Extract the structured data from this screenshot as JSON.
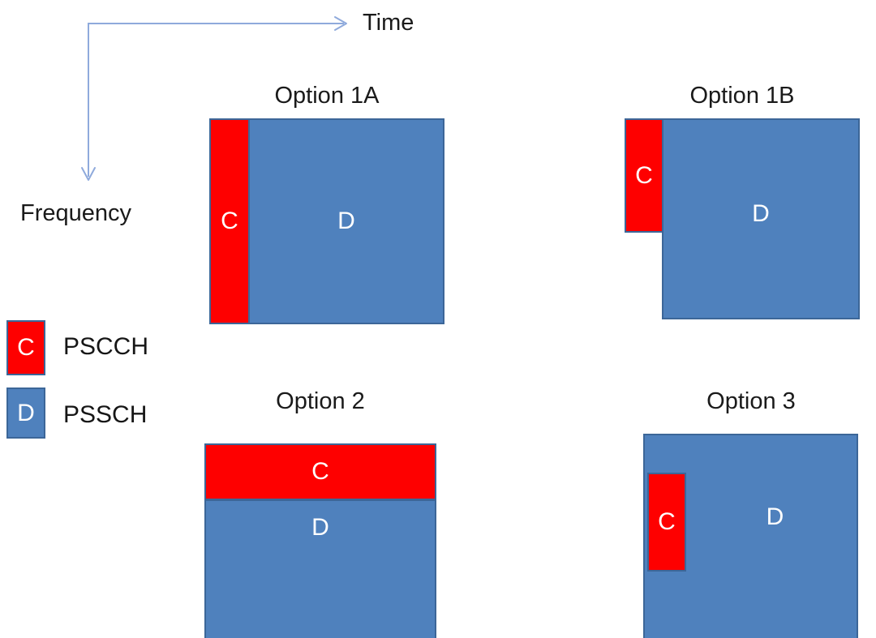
{
  "axes": {
    "time_label": "Time",
    "frequency_label": "Frequency",
    "arrow_color": "#8faadc"
  },
  "legend": {
    "items": [
      {
        "letter": "C",
        "label": "PSCCH",
        "color": "#fe0000"
      },
      {
        "letter": "D",
        "label": "PSSCH",
        "color": "#4f81bd"
      }
    ]
  },
  "colors": {
    "pscch_red": "#fe0000",
    "pssch_blue": "#4f81bd",
    "block_border": "#3c6698",
    "text": "#1a1a1a"
  },
  "panels": [
    {
      "title": "Option 1A",
      "blocks": [
        {
          "letter": "C",
          "type": "pscch"
        },
        {
          "letter": "D",
          "type": "pssch"
        }
      ]
    },
    {
      "title": "Option 1B",
      "blocks": [
        {
          "letter": "C",
          "type": "pscch"
        },
        {
          "letter": "D",
          "type": "pssch"
        }
      ]
    },
    {
      "title": "Option 2",
      "blocks": [
        {
          "letter": "C",
          "type": "pscch"
        },
        {
          "letter": "D",
          "type": "pssch"
        }
      ]
    },
    {
      "title": "Option 3",
      "blocks": [
        {
          "letter": "C",
          "type": "pscch"
        },
        {
          "letter": "D",
          "type": "pssch"
        }
      ]
    }
  ]
}
